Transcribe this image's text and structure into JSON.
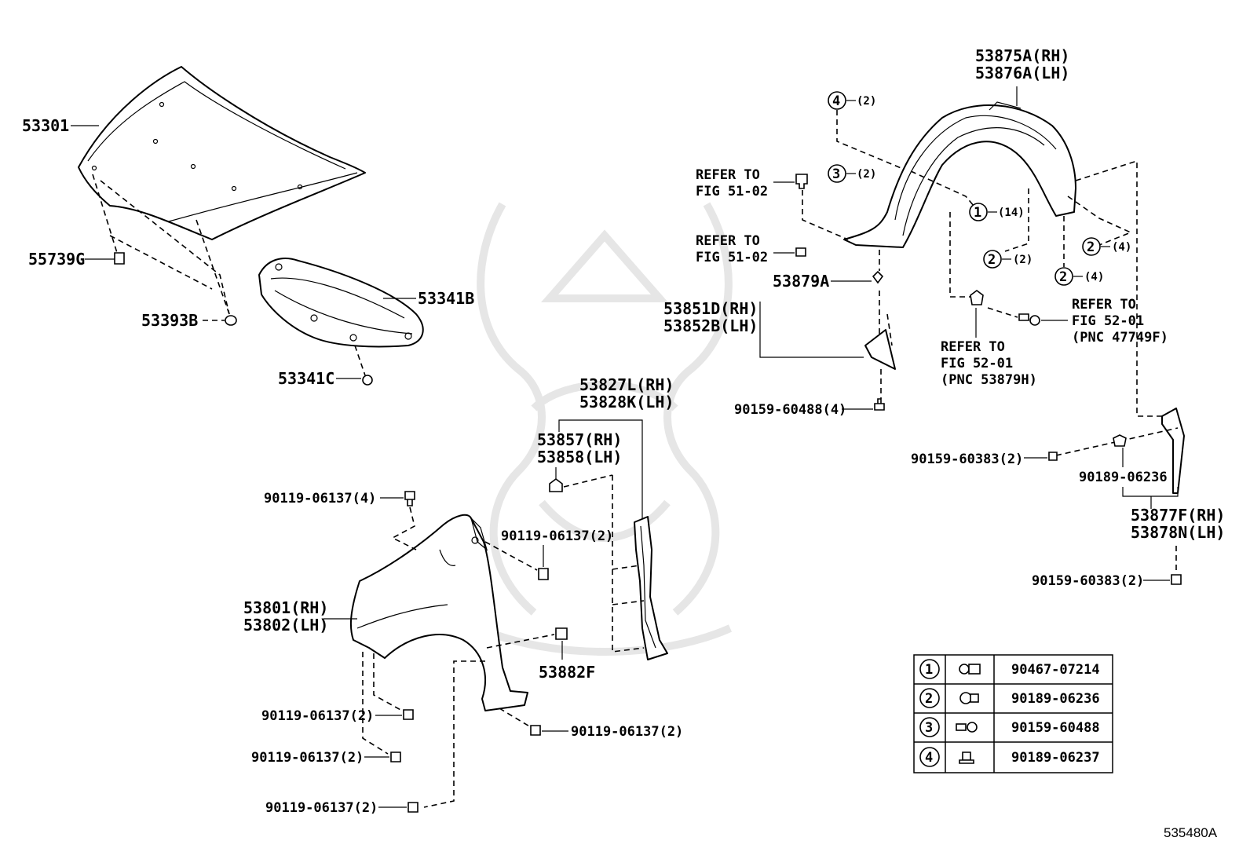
{
  "diagram_id": "535480A",
  "parts": {
    "hood": "53301",
    "hood_cushion": "55739G",
    "hood_plug": "53393B",
    "hood_insulator": "53341B",
    "insulator_clip": "53341C",
    "liner_rh": "53875A(RH)",
    "liner_lh": "53876A(LH)",
    "refer_51_02_a_line1": "REFER TO",
    "refer_51_02_a_line2": "FIG 51-02",
    "refer_51_02_b_line1": "REFER TO",
    "refer_51_02_b_line2": "FIG 51-02",
    "part_53879a": "53879A",
    "seal_rh": "53851D(RH)",
    "seal_lh": "53852B(LH)",
    "bolt_90159_60488": "90159-60488(4)",
    "refer_52_01_a_line1": "REFER TO",
    "refer_52_01_a_line2": "FIG 52-01",
    "refer_52_01_a_line3": "(PNC 53879H)",
    "refer_52_01_b_line1": "REFER TO",
    "refer_52_01_b_line2": "FIG 52-01",
    "refer_52_01_b_line3": "(PNC 47749F)",
    "call_4_count": "(2)",
    "call_3_count": "(2)",
    "call_1_count": "(14)",
    "call_2a_count": "(2)",
    "call_2b_count": "(4)",
    "call_2c_count": "(4)",
    "bolt_90159_60383_a": "90159-60383(2)",
    "clip_90189_06236": "90189-06236",
    "splash_rh": "53877F(RH)",
    "splash_lh": "53878N(LH)",
    "bolt_90159_60383_b": "90159-60383(2)",
    "protector_rh": "53827L(RH)",
    "protector_lh": "53828K(LH)",
    "clip_rh": "53857(RH)",
    "clip_lh": "53858(LH)",
    "bolt_top": "90119-06137(4)",
    "bolt_mid": "90119-06137(2)",
    "fender_rh": "53801(RH)",
    "fender_lh": "53802(LH)",
    "pad_53882f": "53882F",
    "bolt_low_a": "90119-06137(2)",
    "bolt_low_right": "90119-06137(2)",
    "bolt_low_b": "90119-06137(2)",
    "bolt_bottom": "90119-06137(2)"
  },
  "legend_table": [
    {
      "num": "1",
      "icon": "push-clip-icon",
      "part": "90467-07214"
    },
    {
      "num": "2",
      "icon": "round-clip-icon",
      "part": "90189-06236"
    },
    {
      "num": "3",
      "icon": "screw-icon",
      "part": "90159-60488"
    },
    {
      "num": "4",
      "icon": "clip-nut-icon",
      "part": "90189-06237"
    }
  ]
}
